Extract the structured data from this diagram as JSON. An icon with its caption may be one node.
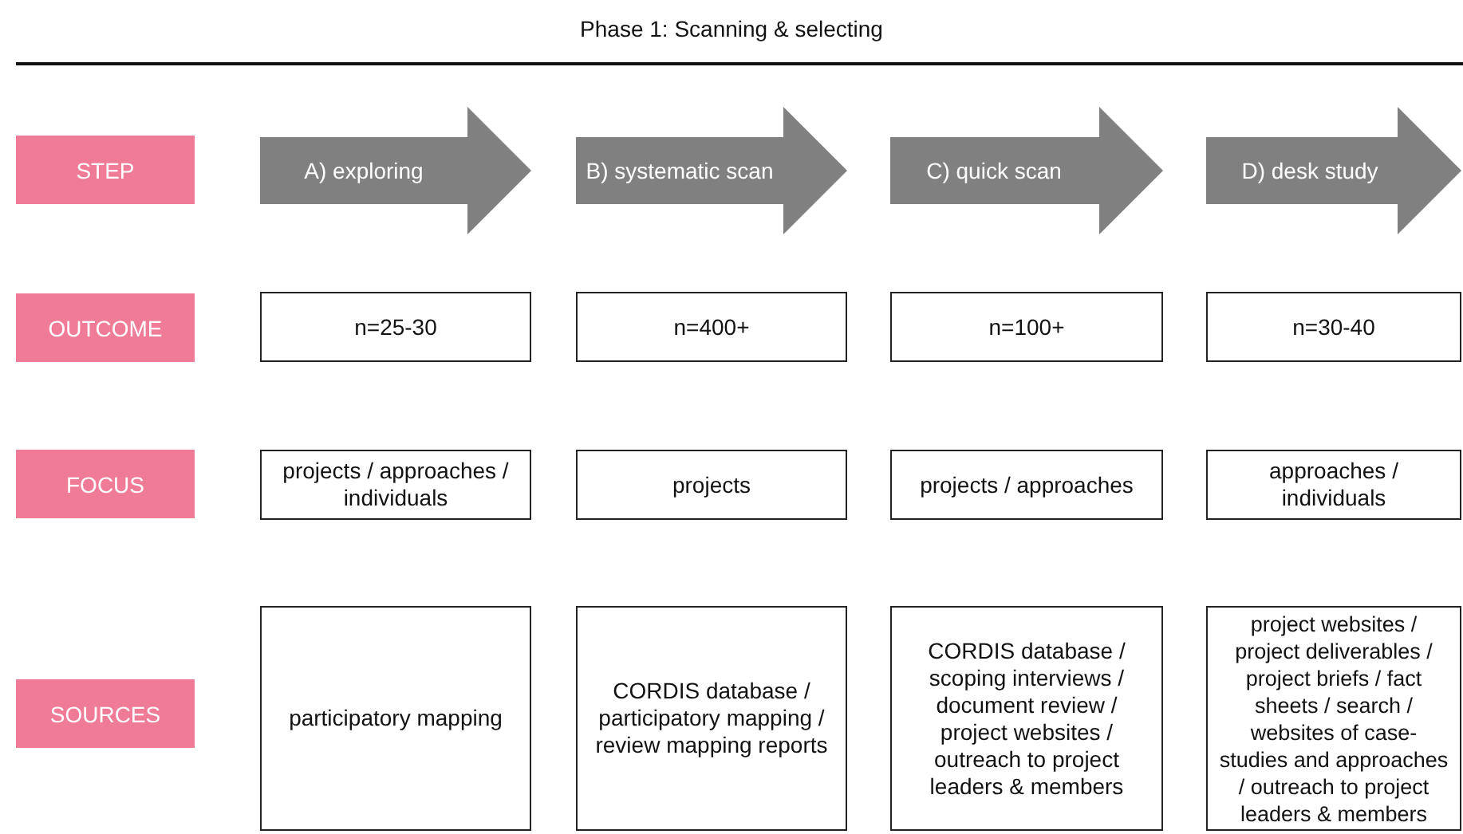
{
  "diagram": {
    "title": "Phase 1: Scanning & selecting",
    "nodes": [
      {
        "text": [
          "STEP"
        ]
      },
      {
        "text": [
          "A) exploring"
        ]
      },
      {
        "text": [
          "B) systematic scan"
        ]
      },
      {
        "text": [
          "C) quick scan"
        ]
      },
      {
        "text": [
          "D) desk study"
        ]
      },
      {
        "text": [
          "OUTCOME"
        ]
      },
      {
        "text": [
          "n=25-30"
        ]
      },
      {
        "text": [
          "n=400+"
        ]
      },
      {
        "text": [
          "n=100+"
        ]
      },
      {
        "text": [
          "n=30-40"
        ]
      },
      {
        "text": [
          "FOCUS"
        ]
      },
      {
        "text": [
          "projects / approaches / individuals"
        ]
      },
      {
        "text": [
          "projects"
        ]
      },
      {
        "text": [
          "projects / approaches"
        ]
      },
      {
        "text": [
          "approaches / individuals"
        ]
      },
      {
        "text": [
          "SOURCES"
        ]
      },
      {
        "text": [
          "participatory mapping"
        ]
      },
      {
        "text": [
          "CORDIS database / participatory mapping / review mapping reports"
        ]
      },
      {
        "text": [
          "CORDIS database / scoping interviews / document review / project websites / outreach to project leaders & members"
        ]
      },
      {
        "text": [
          "project websites / project deliverables / project briefs / fact sheets / search / websites of case-studies and approaches / outreach to project leaders & members"
        ]
      }
    ]
  }
}
